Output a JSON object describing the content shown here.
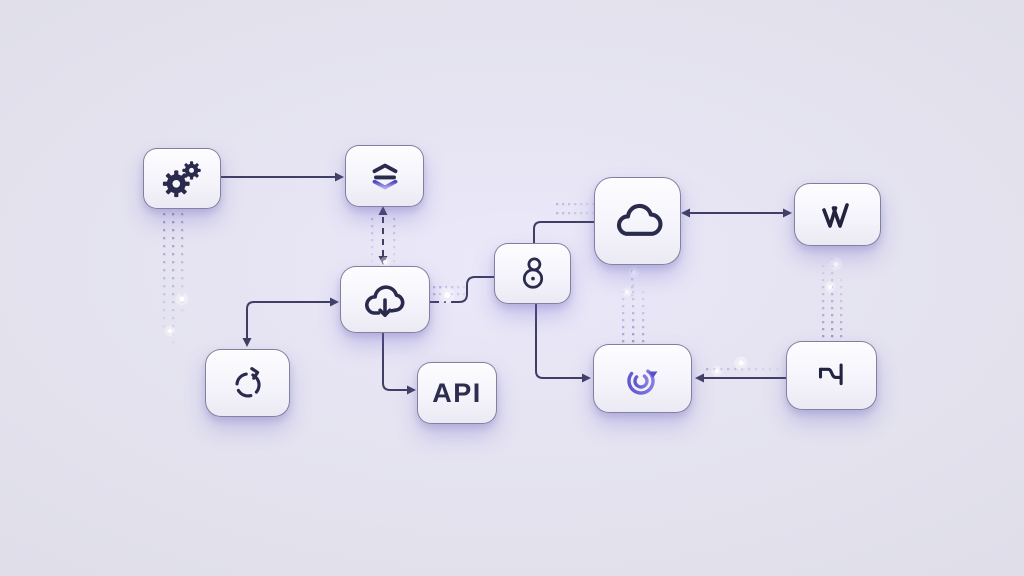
{
  "app": {
    "description": "integration-flow-diagram-illustration",
    "background_color": "#e4e2ee",
    "accent_purple": "#6a5fd0",
    "icon_ink_color": "#2a2a4c",
    "connector_color": "#3f3f63",
    "card_color": "#f7f6fc"
  },
  "diagram": {
    "api_label": "API",
    "nodes": [
      {
        "id": "settings",
        "icon": "gears-icon"
      },
      {
        "id": "layers",
        "icon": "layers-stack-icon"
      },
      {
        "id": "cloud-download",
        "icon": "cloud-download-icon"
      },
      {
        "id": "lock",
        "icon": "loop-lock-icon"
      },
      {
        "id": "cloud",
        "icon": "cloud-icon"
      },
      {
        "id": "w-logo",
        "icon": "w-letter-icon"
      },
      {
        "id": "sync",
        "icon": "sync-refresh-icon"
      },
      {
        "id": "api",
        "icon": null,
        "label": "API"
      },
      {
        "id": "target",
        "icon": "target-redo-arrow-icon"
      },
      {
        "id": "flag",
        "icon": "wavy-flag-icon"
      }
    ],
    "edges": [
      {
        "from": "settings",
        "to": "layers",
        "style": "solid",
        "arrows": "forward"
      },
      {
        "from": "layers",
        "to": "cloud-download",
        "style": "dashed",
        "arrows": "both"
      },
      {
        "from": "cloud-download",
        "to": "sync",
        "style": "solid-elbow",
        "arrows": "both"
      },
      {
        "from": "cloud-download",
        "to": "api",
        "style": "solid-elbow",
        "arrows": "forward"
      },
      {
        "from": "cloud-download",
        "to": "lock",
        "style": "dash-dot-elbow",
        "arrows": "none"
      },
      {
        "from": "lock",
        "to": "cloud",
        "style": "solid-elbow",
        "arrows": "none"
      },
      {
        "from": "cloud",
        "to": "w-logo",
        "style": "solid",
        "arrows": "both"
      },
      {
        "from": "lock",
        "to": "target",
        "style": "solid-elbow",
        "arrows": "forward"
      },
      {
        "from": "flag",
        "to": "target",
        "style": "solid",
        "arrows": "forward"
      }
    ]
  }
}
